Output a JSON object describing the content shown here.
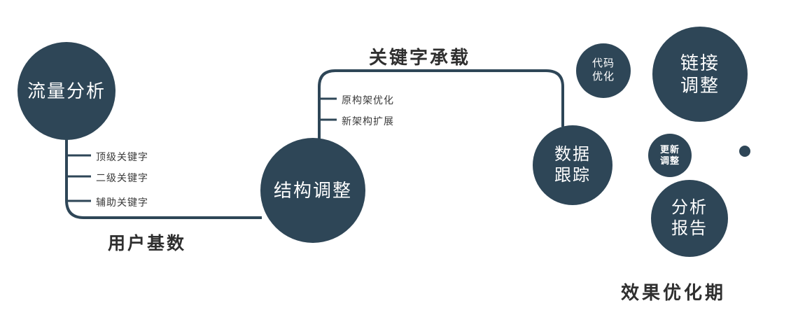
{
  "diagram": {
    "nodes": {
      "traffic_analysis": {
        "label": "流量分析"
      },
      "structure_adjustment": {
        "label": "结构调整"
      },
      "data_tracking": {
        "line1": "数据",
        "line2": "跟踪"
      },
      "code_optimization": {
        "line1": "代码",
        "line2": "优化"
      },
      "link_adjustment": {
        "line1": "链接",
        "line2": "调整"
      },
      "update_adjustment": {
        "line1": "更新",
        "line2": "调整"
      },
      "analysis_report": {
        "line1": "分析",
        "line2": "报告"
      }
    },
    "edge_labels": {
      "user_base": "用户基数",
      "keyword_carrying": "关键字承载"
    },
    "traffic_branches": [
      "顶级关键字",
      "二级关键字",
      "辅助关键字"
    ],
    "structure_branches": [
      "原构架优化",
      "新架构扩展"
    ],
    "caption": "效果优化期",
    "colors": {
      "node_fill": "#2e4657",
      "connector_line": "#2e4657",
      "node_text": "#ffffff",
      "label_text": "#2f2f2f"
    }
  }
}
